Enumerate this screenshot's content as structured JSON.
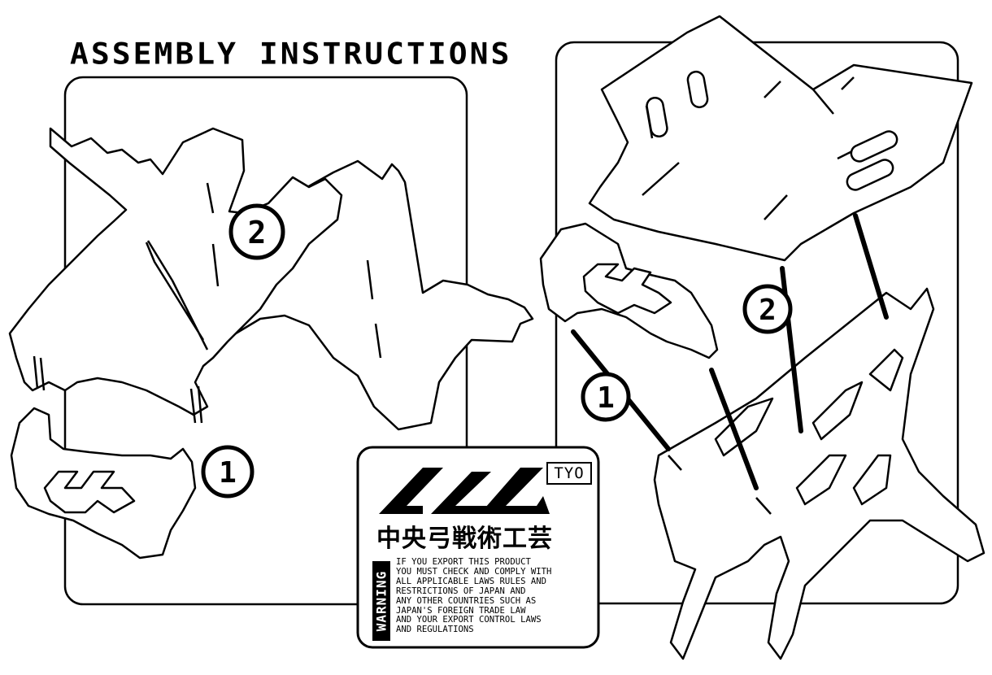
{
  "title": "ASSEMBLY INSTRUCTIONS",
  "step_labels": [
    "1",
    "2"
  ],
  "logo": {
    "badge": "TYO",
    "brand_kanji": "中央弓戦術工芸",
    "warning_label": "WARNING",
    "warning_text": [
      "IF YOU EXPORT THIS PRODUCT",
      "YOU MUST CHECK AND COMPLY WITH",
      "ALL APPLICABLE LAWS RULES AND",
      "RESTRICTIONS OF JAPAN AND",
      "ANY OTHER COUNTRIES SUCH AS",
      "JAPAN'S FOREIGN TRADE LAW",
      "AND YOUR EXPORT CONTROL LAWS",
      "AND REGULATIONS"
    ]
  },
  "colors": {
    "ink": "#000000",
    "paper": "#ffffff"
  }
}
